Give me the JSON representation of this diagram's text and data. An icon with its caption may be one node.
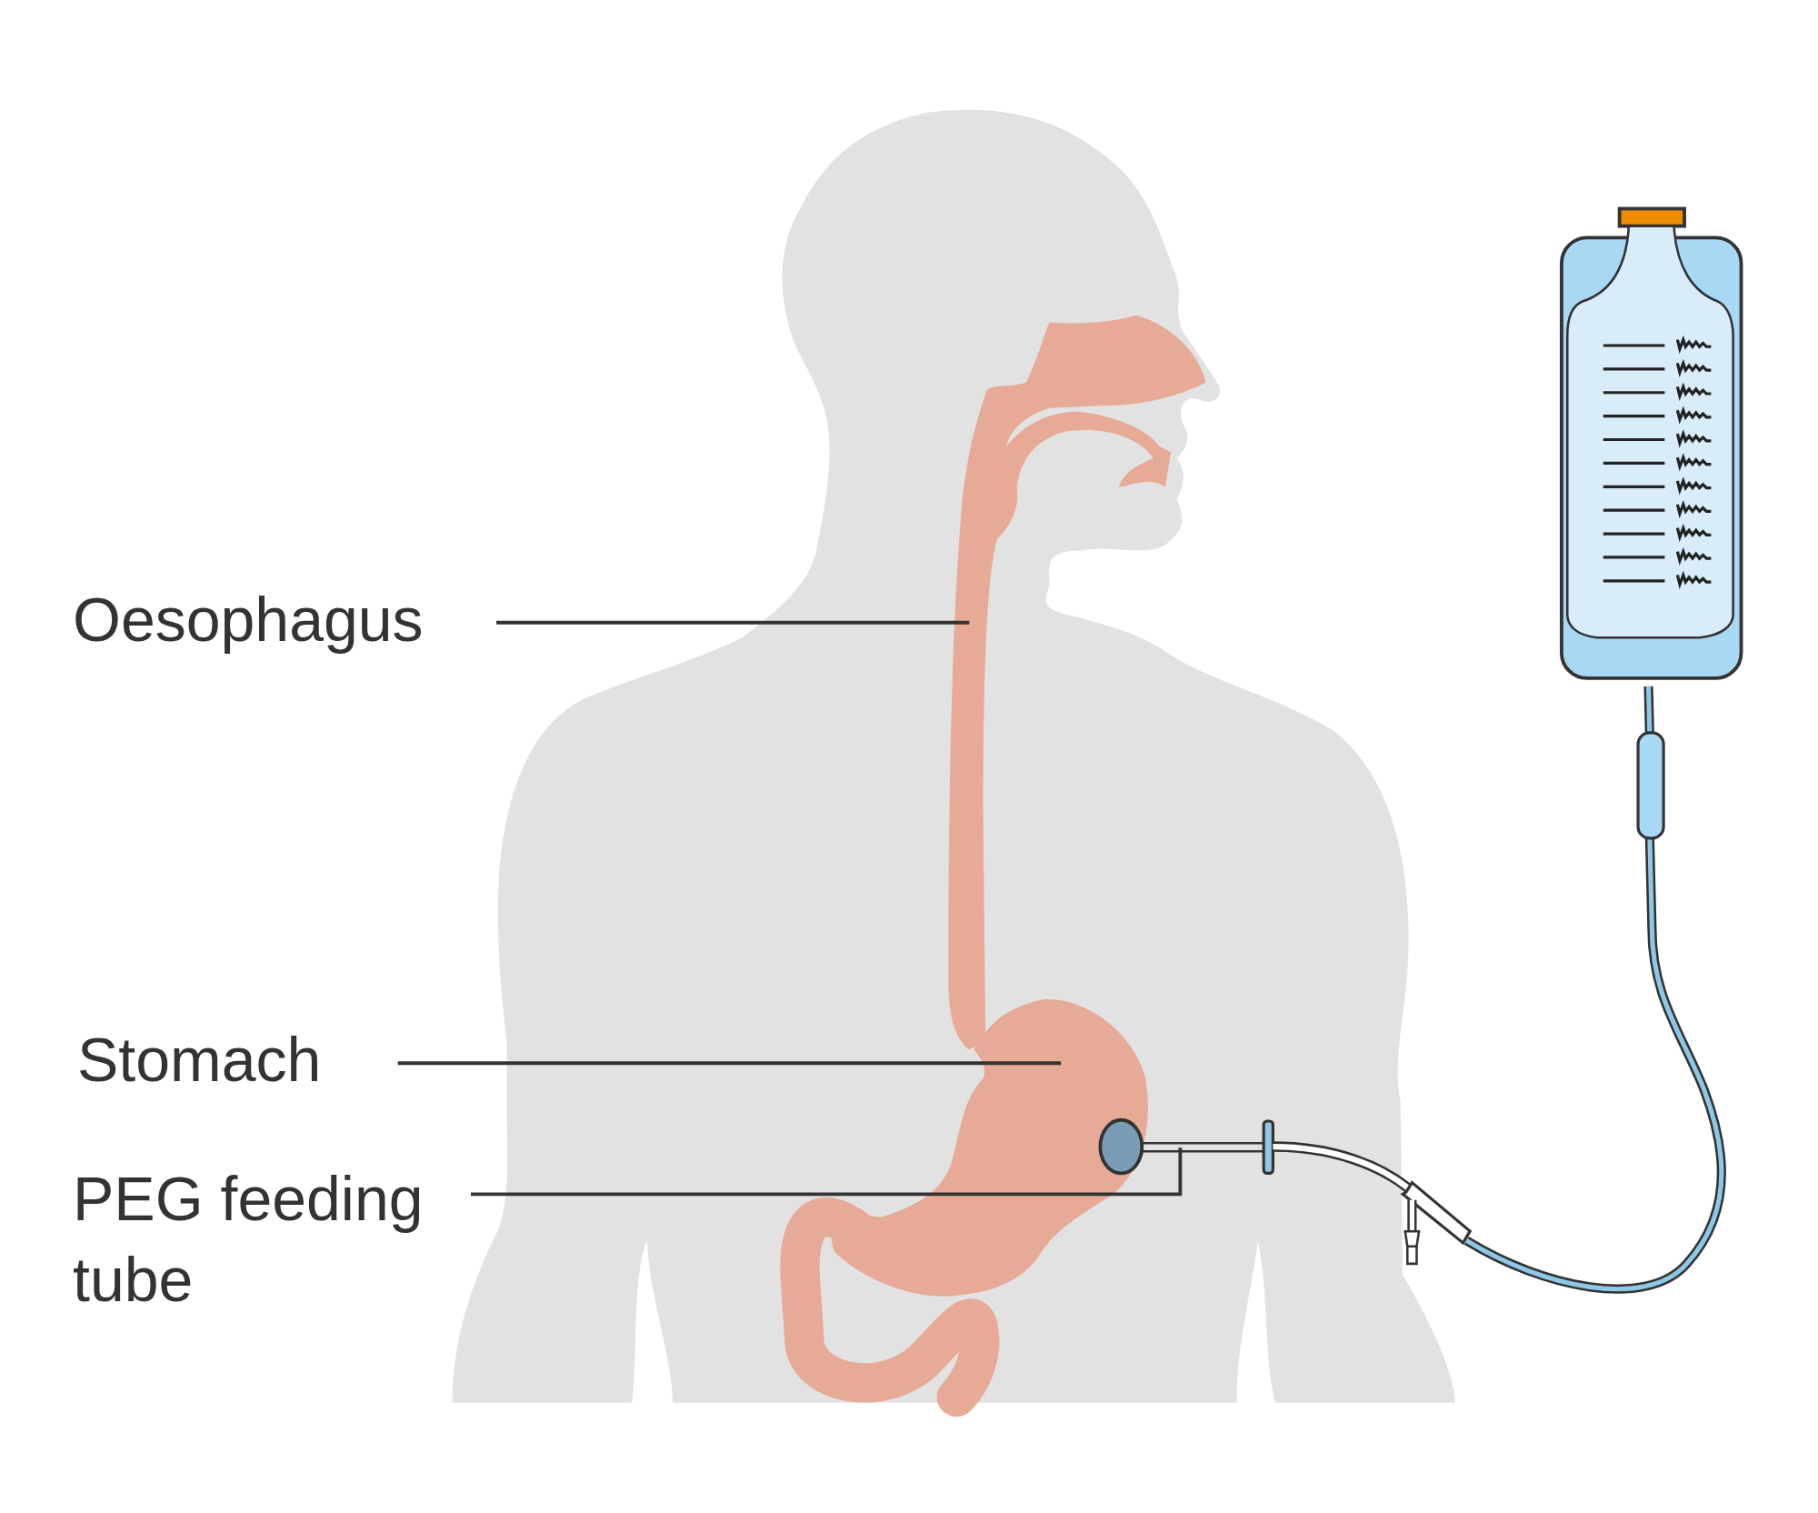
{
  "diagram": {
    "nodes": [
      {
        "text": [
          "Oesophagus"
        ]
      },
      {
        "text": [],
        "shape": "picture"
      },
      {
        "text": [
          "Stomach"
        ]
      },
      {
        "text": [],
        "shape": "picture"
      },
      {
        "text": [
          "PEG feeding tube"
        ]
      },
      {
        "text": [],
        "shape": "picture"
      }
    ],
    "edges": [
      {
        "from": 0,
        "to": 1,
        "arrow": "none"
      },
      {
        "from": 2,
        "to": 3,
        "arrow": "none"
      },
      {
        "from": 4,
        "to": 5,
        "arrow": "none"
      }
    ]
  }
}
